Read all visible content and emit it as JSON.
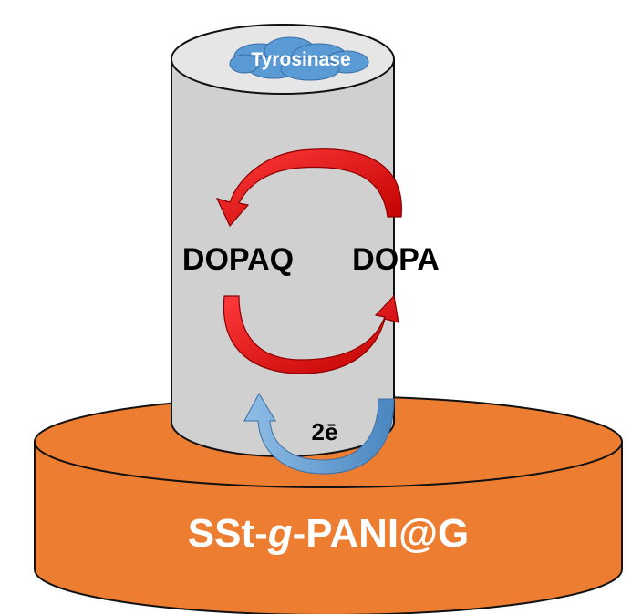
{
  "labels": {
    "enzyme": "Tyrosinase",
    "left_species": "DOPAQ",
    "right_species": "DOPA",
    "electrons": "2ē",
    "electrode_prefix": "SSt-",
    "electrode_italic": "g",
    "electrode_suffix": "-PANI@G"
  },
  "colors": {
    "base_fill": "#ED7D31",
    "base_stroke": "#111111",
    "cylinder_fill": "#D0D0D0",
    "cylinder_top": "#E6E6E6",
    "cloud_fill": "#5B9BD5",
    "red_arrow": "#E00000",
    "blue_arrow": "#5B9BD5",
    "base_text": "#FFFFFF",
    "species_text": "#000000"
  },
  "icons": {
    "cloud": "cloud-icon",
    "red_arrows": "curved-arrow-icon",
    "blue_arrow": "u-arrow-icon"
  }
}
